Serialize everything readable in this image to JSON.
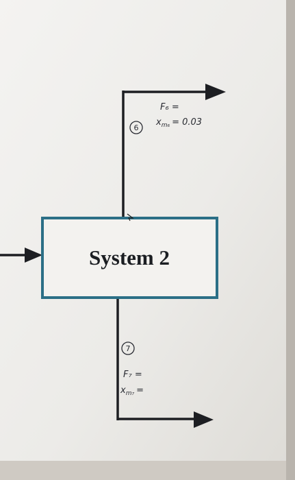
{
  "system": {
    "label": "System 2"
  },
  "stream_top": {
    "number": "6",
    "flow_label": "F₆ =",
    "fraction_label": "x",
    "fraction_sub": "m₆",
    "fraction_value": "= 0.03"
  },
  "stream_bottom": {
    "number": "7",
    "flow_label": "F₇ =",
    "fraction_label": "x",
    "fraction_sub": "m₇",
    "fraction_value": "="
  },
  "colors": {
    "box_border": "#2b6f86",
    "line": "#1d1e22",
    "paper": "#ecebe7"
  }
}
